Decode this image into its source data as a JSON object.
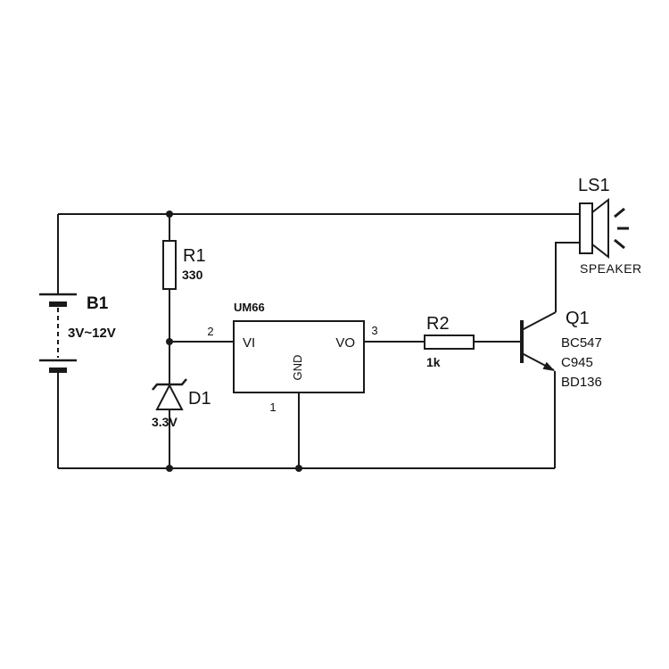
{
  "schematic": {
    "battery": {
      "ref": "B1",
      "value": "3V~12V"
    },
    "r1": {
      "ref": "R1",
      "value": "330"
    },
    "d1": {
      "ref": "D1",
      "value": "3.3V"
    },
    "ic": {
      "name": "UM66",
      "pin_in": "VI",
      "pin_out": "VO",
      "pin_gnd": "GND",
      "pin1": "1",
      "pin2": "2",
      "pin3": "3"
    },
    "r2": {
      "ref": "R2",
      "value": "1k"
    },
    "q1": {
      "ref": "Q1",
      "models": [
        "BC547",
        "C945",
        "BD136"
      ]
    },
    "speaker": {
      "ref": "LS1",
      "label": "SPEAKER"
    },
    "colors": {
      "line": "#1a1a1a",
      "background": "#ffffff"
    }
  }
}
